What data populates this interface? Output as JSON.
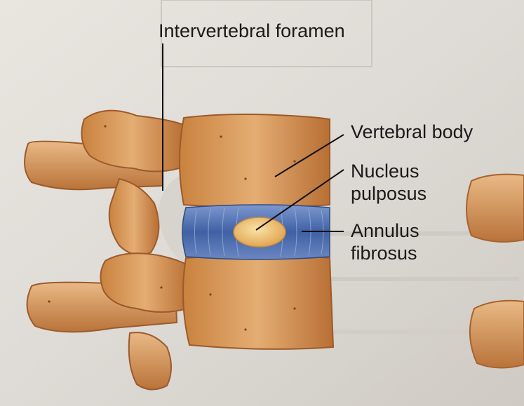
{
  "labels": {
    "intervertebral_foramen": "Intervertebral foramen",
    "vertebral_body": "Vertebral body",
    "nucleus_pulposus_line1": "Nucleus",
    "nucleus_pulposus_line2": "pulposus",
    "annulus_fibrosus_line1": "Annulus",
    "annulus_fibrosus_line2": "fibrosus"
  },
  "colors": {
    "page_background": "#dcd9d4",
    "bone": "#d99a5c",
    "bone_shadow": "#a8622e",
    "disc_annulus": "#4a6aa8",
    "nucleus": "#f2c26a",
    "label_text": "#1a1a1a"
  }
}
